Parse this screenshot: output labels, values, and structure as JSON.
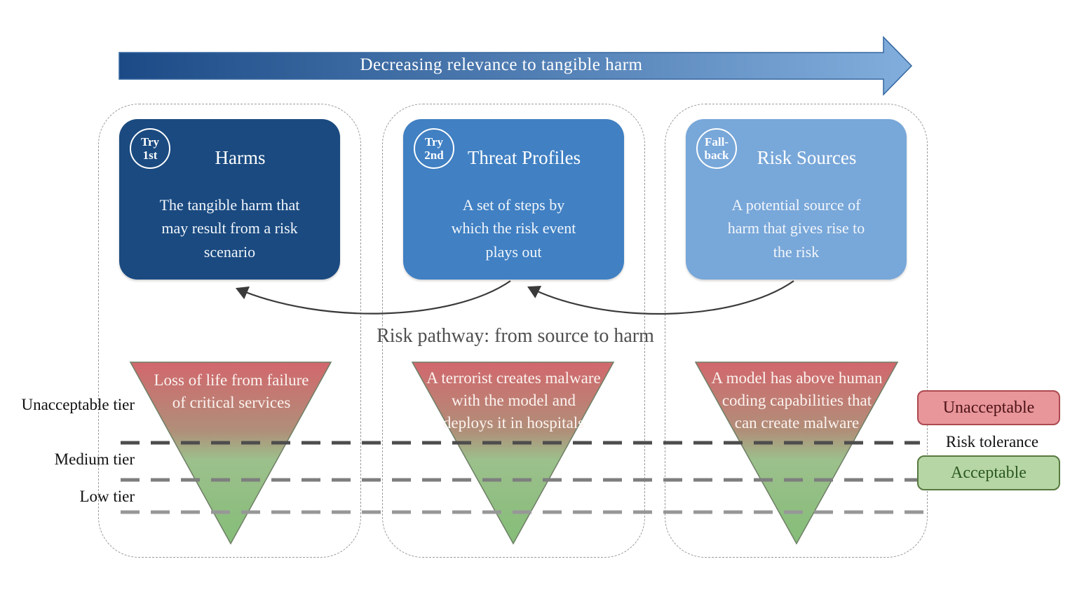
{
  "arrow": {
    "label": "Decreasing relevance to tangible harm",
    "start_color": "#1b4a86",
    "end_color": "#82aedd"
  },
  "columns": [
    {
      "badge": "Try\n1st",
      "title": "Harms",
      "description": "The tangible harm that\nmay result from a risk\nscenario",
      "box_color": "#1a4a80",
      "scenario": "Loss of life from failure\nof critical services"
    },
    {
      "badge": "Try\n2nd",
      "title": "Threat Profiles",
      "description": "A set of steps by\nwhich the risk event\nplays out",
      "box_color": "#4080c3",
      "scenario": "A terrorist creates malware\nwith the model and\ndeploys it in hospitals"
    },
    {
      "badge": "Fall-\nback",
      "title": "Risk Sources",
      "description": "A potential source of\nharm that gives rise to\nthe risk",
      "box_color": "#78a7d9",
      "scenario": "A model has above human\ncoding capabilities that\ncan create malware"
    }
  ],
  "pathway_label": "Risk pathway: from source to harm",
  "tiers": [
    {
      "label": "Unacceptable tier"
    },
    {
      "label": "Medium tier"
    },
    {
      "label": "Low tier"
    }
  ],
  "legend": {
    "unacceptable_label": "Unacceptable",
    "unacceptable_fill": "#e8969a",
    "risk_tolerance_label": "Risk tolerance",
    "acceptable_label": "Acceptable",
    "acceptable_fill": "#b7d6a6"
  },
  "triangle_gradient": {
    "top": "#d2676d",
    "mid_brown": "#b08f79",
    "mid_green": "#9cc08c",
    "bottom": "#85bd78"
  }
}
